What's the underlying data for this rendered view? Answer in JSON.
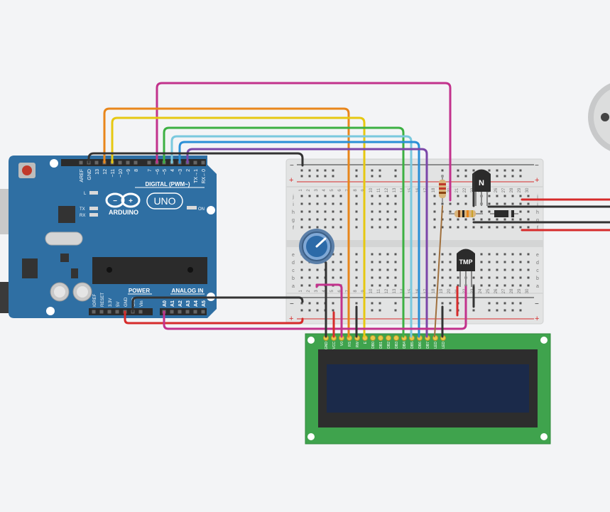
{
  "arduino": {
    "brand": "ARDUINO",
    "model": "UNO",
    "digital_header": "DIGITAL (PWM~)",
    "power_label": "POWER",
    "analog_label": "ANALOG IN",
    "on_label": "ON",
    "led_l": "L",
    "led_tx": "TX",
    "led_rx": "RX",
    "top_pins": [
      "AREF",
      "GND",
      "13",
      "12",
      "~11",
      "~10",
      "~9",
      "8",
      "7",
      "~6",
      "~5",
      "4",
      "~3",
      "2",
      "TX→1",
      "RX←0"
    ],
    "power_pins": [
      "IOREF",
      "RESET",
      "3.3V",
      "5V",
      "GND",
      "GND",
      "Vin"
    ],
    "analog_pins": [
      "A0",
      "A1",
      "A2",
      "A3",
      "A4",
      "A5"
    ]
  },
  "breadboard": {
    "rail_plus": "+",
    "rail_minus": "−",
    "row_letters_top": [
      "j",
      "i",
      "h",
      "g",
      "f"
    ],
    "row_letters_bottom": [
      "e",
      "d",
      "c",
      "b",
      "a"
    ],
    "column_numbers": [
      "1",
      "2",
      "3",
      "4",
      "5",
      "6",
      "7",
      "8",
      "9",
      "10",
      "11",
      "12",
      "13",
      "14",
      "15",
      "16",
      "17",
      "18",
      "19",
      "20",
      "21",
      "22",
      "23",
      "24",
      "25",
      "26",
      "27",
      "28",
      "29",
      "30"
    ]
  },
  "components": {
    "transistor_label": "N",
    "temp_sensor_label": "TMP"
  },
  "lcd": {
    "pins": [
      "GND",
      "VCC",
      "V0",
      "RS",
      "RW",
      "E",
      "DB0",
      "DB1",
      "DB2",
      "DB3",
      "DB4",
      "DB5",
      "DB6",
      "DB7",
      "LED",
      "LED"
    ]
  },
  "colors": {
    "board_blue": "#2f6fa3",
    "breadboard": "#e2e3e3",
    "lcd_green": "#3fa34d",
    "lcd_screen": "#1b2a4a",
    "wire_magenta": "#c2328c",
    "wire_orange": "#e8861b",
    "wire_yellow": "#e6c811",
    "wire_green": "#3cb043",
    "wire_light_blue": "#7ac9de",
    "wire_blue": "#2a8fd6",
    "wire_purple": "#7b46a8",
    "wire_black": "#333333",
    "wire_red": "#d62b2b",
    "wire_brown": "#a0703d"
  }
}
